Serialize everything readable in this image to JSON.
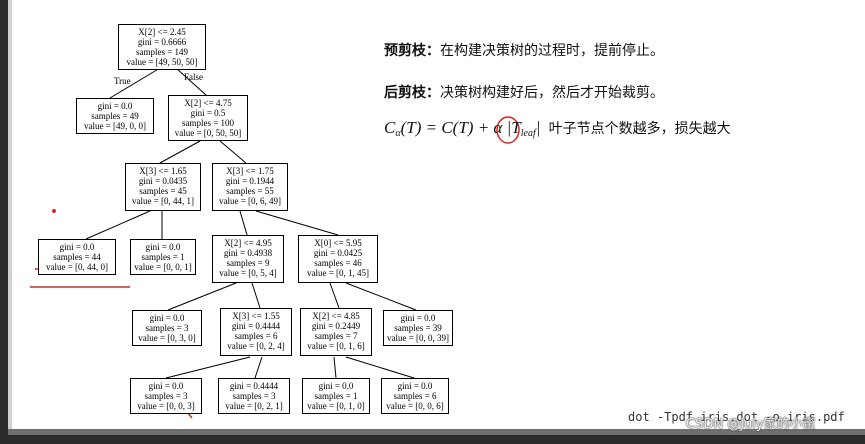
{
  "tree": {
    "nodes": [
      {
        "id": "n0",
        "lines": [
          "X[2] <= 2.45",
          "gini = 0.6666",
          "samples = 149",
          "value = [49, 50, 50]"
        ]
      },
      {
        "id": "n1",
        "lines": [
          "gini = 0.0",
          "samples = 49",
          "value = [49, 0, 0]"
        ]
      },
      {
        "id": "n2",
        "lines": [
          "X[2] <= 4.75",
          "gini = 0.5",
          "samples = 100",
          "value = [0, 50, 50]"
        ]
      },
      {
        "id": "n3",
        "lines": [
          "X[3] <= 1.65",
          "gini = 0.0435",
          "samples = 45",
          "value = [0, 44, 1]"
        ]
      },
      {
        "id": "n4",
        "lines": [
          "X[3] <= 1.75",
          "gini = 0.1944",
          "samples = 55",
          "value = [0, 6, 49]"
        ]
      },
      {
        "id": "n5",
        "lines": [
          "gini = 0.0",
          "samples = 44",
          "value = [0, 44, 0]"
        ]
      },
      {
        "id": "n6",
        "lines": [
          "gini = 0.0",
          "samples = 1",
          "value = [0, 0, 1]"
        ]
      },
      {
        "id": "n7",
        "lines": [
          "X[2] <= 4.95",
          "gini = 0.4938",
          "samples = 9",
          "value = [0, 5, 4]"
        ]
      },
      {
        "id": "n8",
        "lines": [
          "X[0] <= 5.95",
          "gini = 0.0425",
          "samples = 46",
          "value = [0, 1, 45]"
        ]
      },
      {
        "id": "n9",
        "lines": [
          "gini = 0.0",
          "samples = 3",
          "value = [0, 3, 0]"
        ]
      },
      {
        "id": "n10",
        "lines": [
          "X[3] <= 1.55",
          "gini = 0.4444",
          "samples = 6",
          "value = [0, 2, 4]"
        ]
      },
      {
        "id": "n11",
        "lines": [
          "X[2] <= 4.85",
          "gini = 0.2449",
          "samples = 7",
          "value = [0, 1, 6]"
        ]
      },
      {
        "id": "n12",
        "lines": [
          "gini = 0.0",
          "samples = 39",
          "value = [0, 0, 39]"
        ]
      },
      {
        "id": "n13",
        "lines": [
          "gini = 0.0",
          "samples = 3",
          "value = [0, 0, 3]"
        ]
      },
      {
        "id": "n14",
        "lines": [
          "gini = 0.4444",
          "samples = 3",
          "value = [0, 2, 1]"
        ]
      },
      {
        "id": "n15",
        "lines": [
          "gini = 0.0",
          "samples = 1",
          "value = [0, 1, 0]"
        ]
      },
      {
        "id": "n16",
        "lines": [
          "gini = 0.0",
          "samples = 6",
          "value = [0, 0, 6]"
        ]
      }
    ],
    "edge_true": "True",
    "edge_false": "False"
  },
  "notes": {
    "pre_label": "预剪枝：",
    "pre_text": "在构建决策树的过程时，提前停止。",
    "post_label": "后剪枝：",
    "post_text": "决策树构建好后，然后才开始裁剪。",
    "formula_text": "叶子节点个数越多，损失越大"
  },
  "footer": {
    "command": "dot -Tpdf iris.dot -o iris.pdf",
    "watermark": "CSDN @July家的小蜜"
  },
  "colors": {
    "annotation_red": "#e02020",
    "node_border": "#000000"
  }
}
